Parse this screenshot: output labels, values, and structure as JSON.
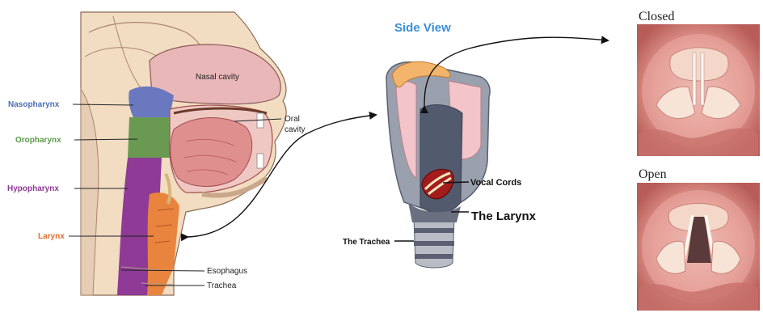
{
  "title": "Side View",
  "anatomy_labels": {
    "nasopharynx": "Nasopharynx",
    "oropharynx": "Oropharynx",
    "hypopharynx": "Hypopharynx",
    "larynx": "Larynx",
    "nasal_cavity": "Nasal cavity",
    "oral_cavity_line1": "Oral",
    "oral_cavity_line2": "cavity",
    "esophagus": "Esophagus",
    "trachea": "Trachea"
  },
  "larynx_labels": {
    "vocal_cords": "Vocal Cords",
    "the_larynx": "The Larynx",
    "the_trachea": "The Trachea"
  },
  "glottis_views": {
    "closed": "Closed",
    "open": "Open"
  },
  "colors": {
    "nasopharynx": "#4a6fb5",
    "oropharynx": "#5c9a4a",
    "hypopharynx": "#8e3a96",
    "larynx": "#e26d2f",
    "title": "#3b8fd9",
    "skin": "#f2dcc2",
    "cartilage_dark": "#5a6072",
    "cartilage_pink": "#f3c4c9"
  }
}
